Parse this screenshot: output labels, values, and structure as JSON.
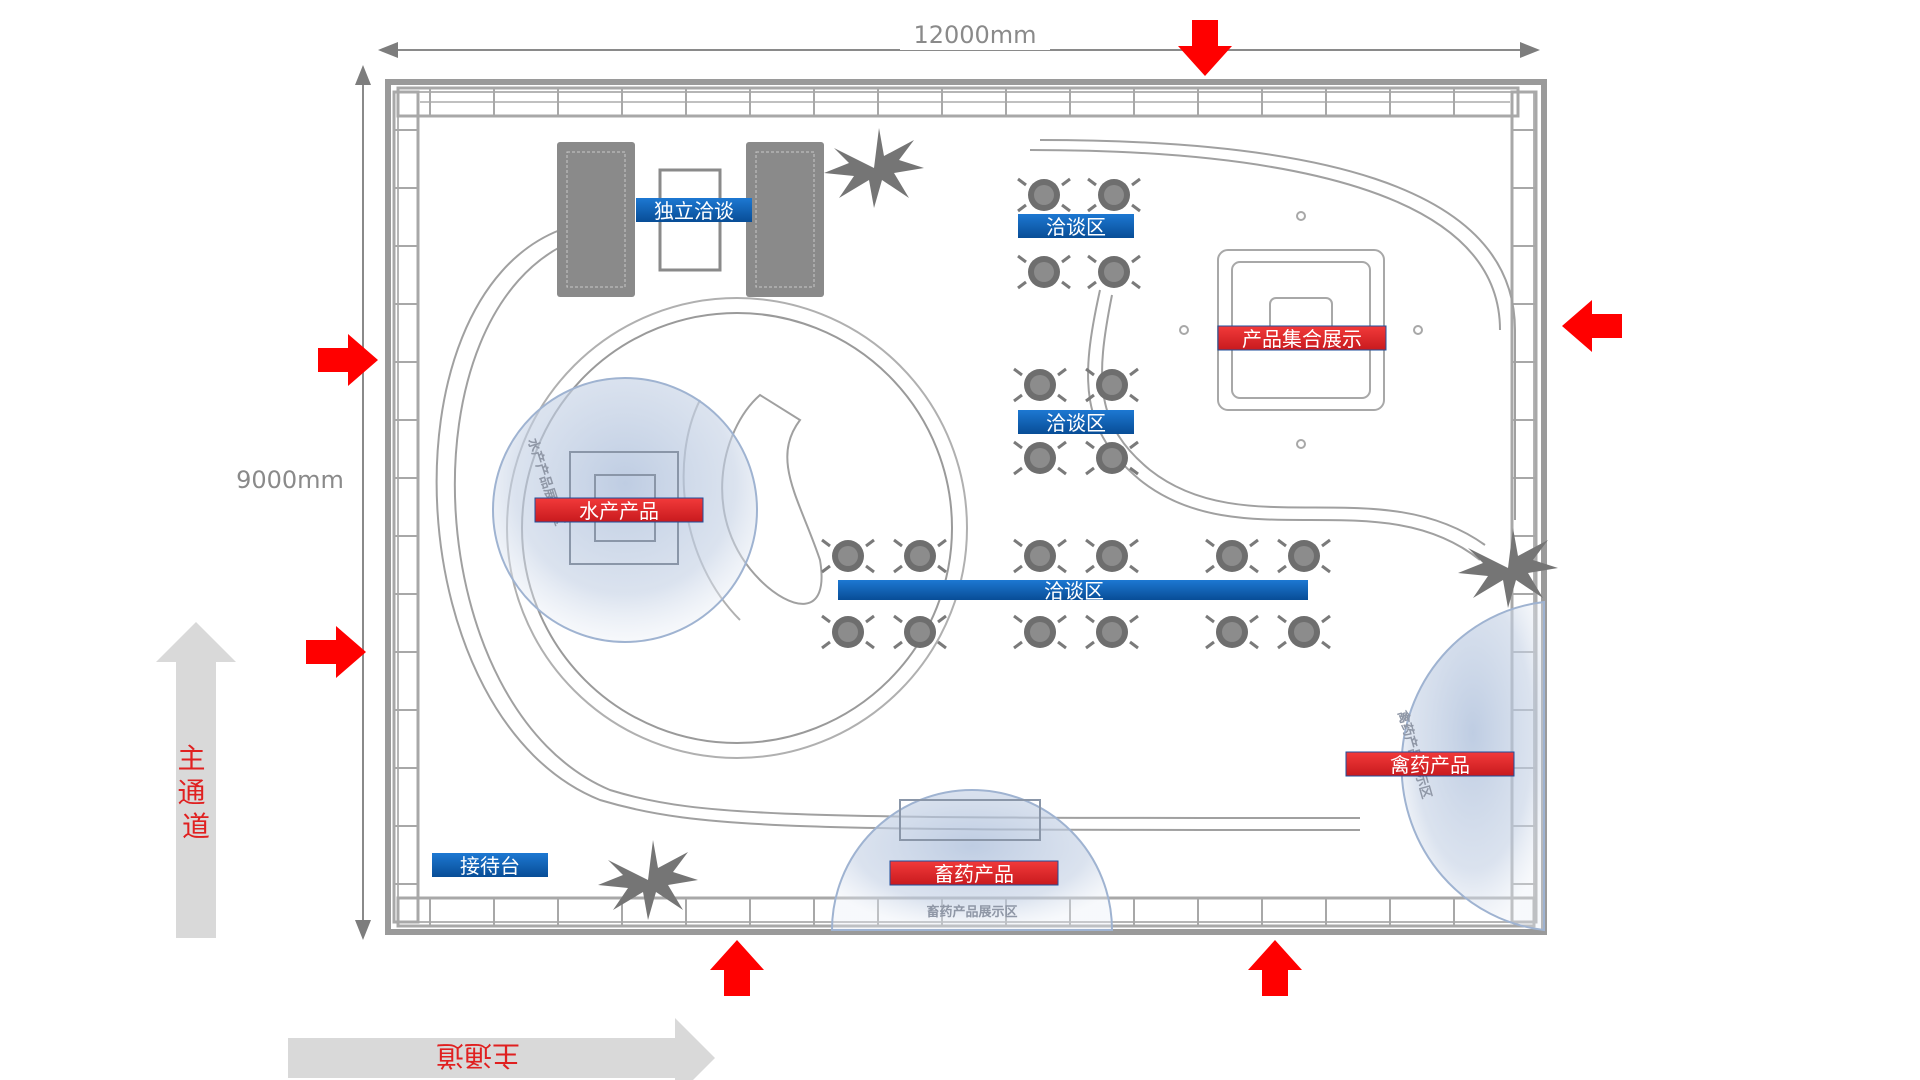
{
  "dimensions": {
    "width_label": "12000mm",
    "height_label": "9000mm"
  },
  "aisles": {
    "left_label": "主通道",
    "bottom_label": "主通道"
  },
  "zones": {
    "private_talk": "独立洽谈",
    "talk_top": "洽谈区",
    "talk_mid": "洽谈区",
    "talk_bottom": "洽谈区",
    "product_collection": "产品集合展示",
    "aquatic": "水产产品",
    "poultry_drug": "禽药产品",
    "livestock_drug": "畜药产品",
    "reception": "接待台"
  },
  "faint_labels": {
    "aquatic_area": "水产产品展示区",
    "livestock_area": "畜药产品展示区",
    "poultry_area": "禽药产品展示区"
  },
  "colors": {
    "blue_label": "#0b5cad",
    "red_label": "#e3262a",
    "arrow_red": "#ff0000",
    "structure_gray": "#9a9a9a",
    "aisle_arrow_gray": "#d9d9d9"
  },
  "icons": [
    "entrance-arrow-icon",
    "palm-plant-icon",
    "table-chairs-icon"
  ]
}
